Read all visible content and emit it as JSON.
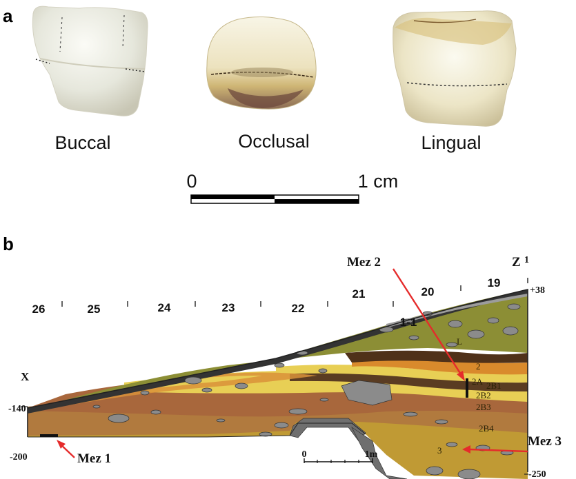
{
  "panel_a": {
    "letter": "a",
    "views": [
      "Buccal",
      "Occlusal",
      "Lingual"
    ],
    "scale": {
      "start": "0",
      "end": "1 cm"
    }
  },
  "panel_b": {
    "letter": "b",
    "squares": [
      "26",
      "25",
      "24",
      "23",
      "22",
      "21",
      "20",
      "19"
    ],
    "grid_letters": {
      "x": "X",
      "z": "Z",
      "z_index": "1"
    },
    "depths": {
      "top": "+38",
      "left": "-140",
      "left_bottom": "-200",
      "right_bottom": "-250"
    },
    "layers": [
      "1-1",
      "L",
      "2",
      "2A",
      "2B1",
      "2B2",
      "2B3",
      "2B4",
      "3"
    ],
    "samples": [
      "Mez 2",
      "Mez 1",
      "Mez 3"
    ],
    "scale": {
      "start": "0",
      "end": "1m"
    },
    "colors": {
      "olive": "#8c8e35",
      "dark_brown": "#4f3119",
      "orange": "#d98a2c",
      "yellow": "#e8cf55",
      "brown": "#a8673c",
      "ochre": "#c09a34",
      "stone": "#8b8b8b",
      "arrow": "#e52b2b"
    }
  }
}
